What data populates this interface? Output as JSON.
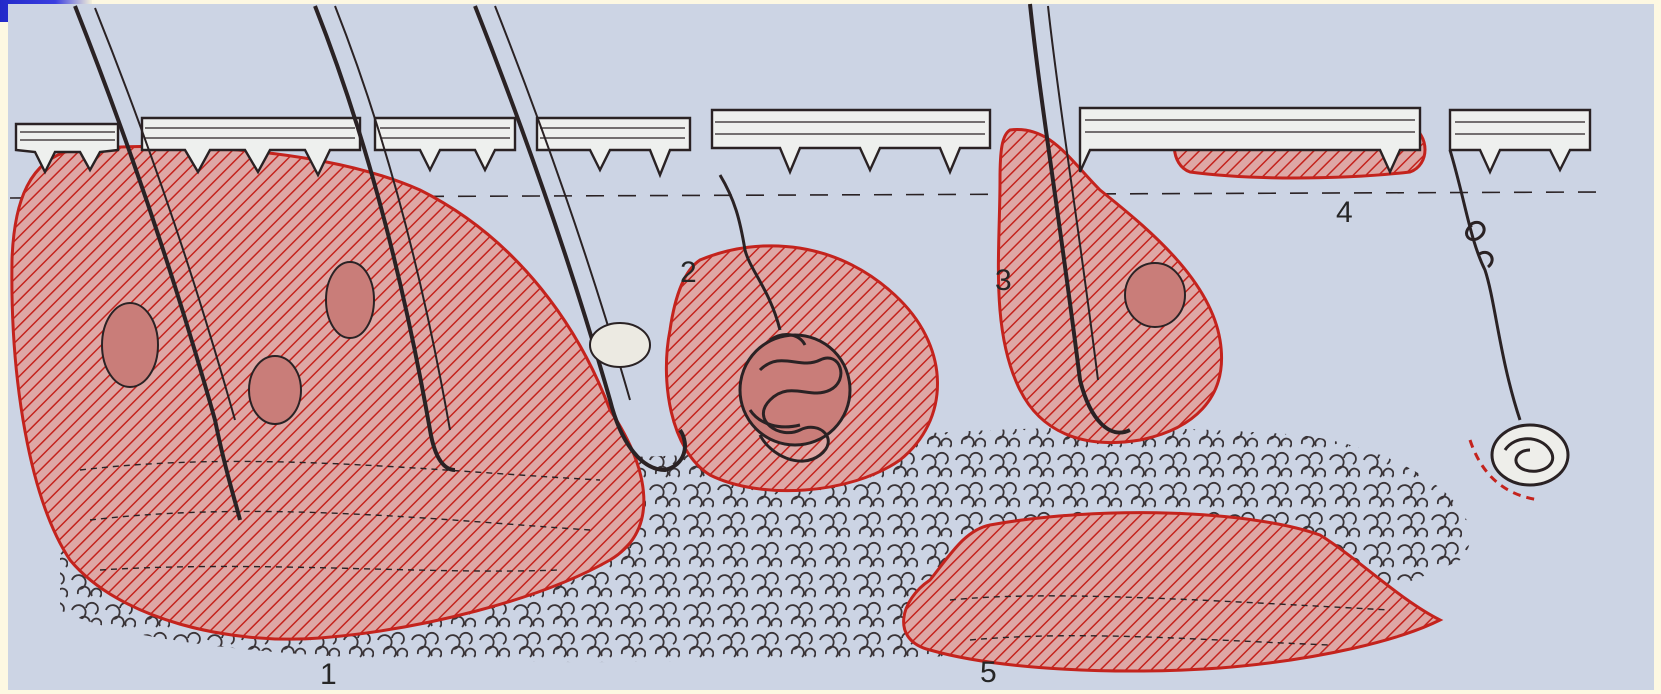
{
  "figure": {
    "labels": [
      {
        "id": "1",
        "text": "1"
      },
      {
        "id": "2",
        "text": "2"
      },
      {
        "id": "3",
        "text": "3"
      },
      {
        "id": "4",
        "text": "4"
      },
      {
        "id": "5",
        "text": "5"
      }
    ]
  },
  "colors": {
    "plate": "#ccd4e4",
    "margin": "#fdf8e2",
    "lesion_fill": "#d98f8a",
    "lesion_outline": "#c4231d",
    "ink": "#2a2224",
    "corner_mark": "#2229c9"
  }
}
